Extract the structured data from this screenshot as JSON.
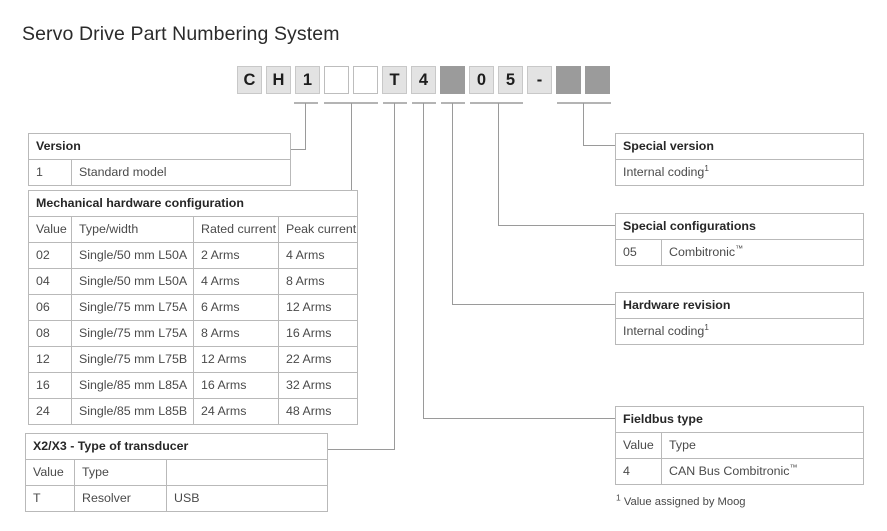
{
  "title": "Servo Drive Part Numbering System",
  "part_number": {
    "boxes": [
      {
        "value": "C",
        "style": "light"
      },
      {
        "value": "H",
        "style": "light"
      },
      {
        "value": "1",
        "style": "light"
      },
      {
        "value": "",
        "style": "empty"
      },
      {
        "value": "",
        "style": "empty"
      },
      {
        "value": "T",
        "style": "light"
      },
      {
        "value": "4",
        "style": "light"
      },
      {
        "value": "",
        "style": "filled"
      },
      {
        "value": "0",
        "style": "light"
      },
      {
        "value": "5",
        "style": "light"
      },
      {
        "value": "-",
        "style": "light"
      },
      {
        "value": "",
        "style": "filled"
      },
      {
        "value": "",
        "style": "filled"
      }
    ]
  },
  "tables": {
    "version": {
      "header": "Version",
      "rows": [
        {
          "value": "1",
          "desc": "Standard model"
        }
      ]
    },
    "mechanical": {
      "header": "Mechanical hardware configuration",
      "columns": [
        "Value",
        "Type/width",
        "Rated current",
        "Peak current"
      ],
      "rows": [
        {
          "value": "02",
          "type": "Single/50 mm L50A",
          "rated": "2 Arms",
          "peak": "4 Arms"
        },
        {
          "value": "04",
          "type": "Single/50 mm L50A",
          "rated": "4 Arms",
          "peak": "8 Arms"
        },
        {
          "value": "06",
          "type": "Single/75 mm L75A",
          "rated": "6 Arms",
          "peak": "12 Arms"
        },
        {
          "value": "08",
          "type": "Single/75 mm L75A",
          "rated": "8 Arms",
          "peak": "16 Arms"
        },
        {
          "value": "12",
          "type": "Single/75 mm L75B",
          "rated": "12 Arms",
          "peak": "22 Arms"
        },
        {
          "value": "16",
          "type": "Single/85 mm L85A",
          "rated": "16 Arms",
          "peak": "32 Arms"
        },
        {
          "value": "24",
          "type": "Single/85 mm L85B",
          "rated": "24 Arms",
          "peak": "48 Arms"
        }
      ]
    },
    "transducer": {
      "header": "X2/X3 - Type of transducer",
      "columns": [
        "Value",
        "Type",
        ""
      ],
      "rows": [
        {
          "value": "T",
          "type": "Resolver",
          "extra": "USB"
        }
      ]
    },
    "special_version": {
      "header": "Special version",
      "rows": [
        {
          "desc": "Internal coding",
          "footnote": "1"
        }
      ]
    },
    "special_configurations": {
      "header": "Special configurations",
      "rows": [
        {
          "value": "05",
          "desc": "Combitronic",
          "trademark": "™"
        }
      ]
    },
    "hardware_revision": {
      "header": "Hardware revision",
      "rows": [
        {
          "desc": "Internal coding",
          "footnote": "1"
        }
      ]
    },
    "fieldbus": {
      "header": "Fieldbus type",
      "columns": [
        "Value",
        "Type"
      ],
      "rows": [
        {
          "value": "4",
          "type": "CAN Bus Combitronic",
          "trademark": "™"
        }
      ]
    }
  },
  "footnote": {
    "mark": "1",
    "text": " Value assigned by Moog"
  },
  "colors": {
    "box_light": "#e3e3e3",
    "box_filled": "#9b9b9b",
    "box_empty": "#ffffff",
    "line": "#9a9a9a",
    "border": "#b9b9b9",
    "text": "#4a4a4a"
  }
}
